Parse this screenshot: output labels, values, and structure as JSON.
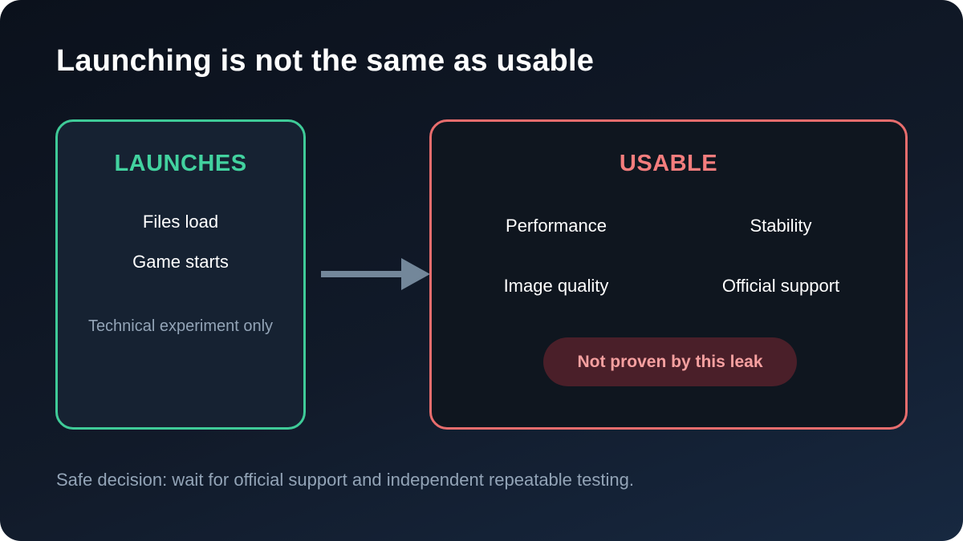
{
  "title": "Launching is not the same as usable",
  "launches": {
    "heading": "LAUNCHES",
    "items": [
      "Files load",
      "Game starts"
    ],
    "note": "Technical experiment only"
  },
  "usable": {
    "heading": "USABLE",
    "items": [
      "Performance",
      "Stability",
      "Image quality",
      "Official support"
    ],
    "badge": "Not proven by this leak"
  },
  "footer": "Safe decision: wait for official support and independent repeatable testing.",
  "colors": {
    "launches_accent": "#3fcb98",
    "usable_accent": "#e86d6d",
    "arrow": "#73879a",
    "badge_bg": "#4a1f29"
  }
}
